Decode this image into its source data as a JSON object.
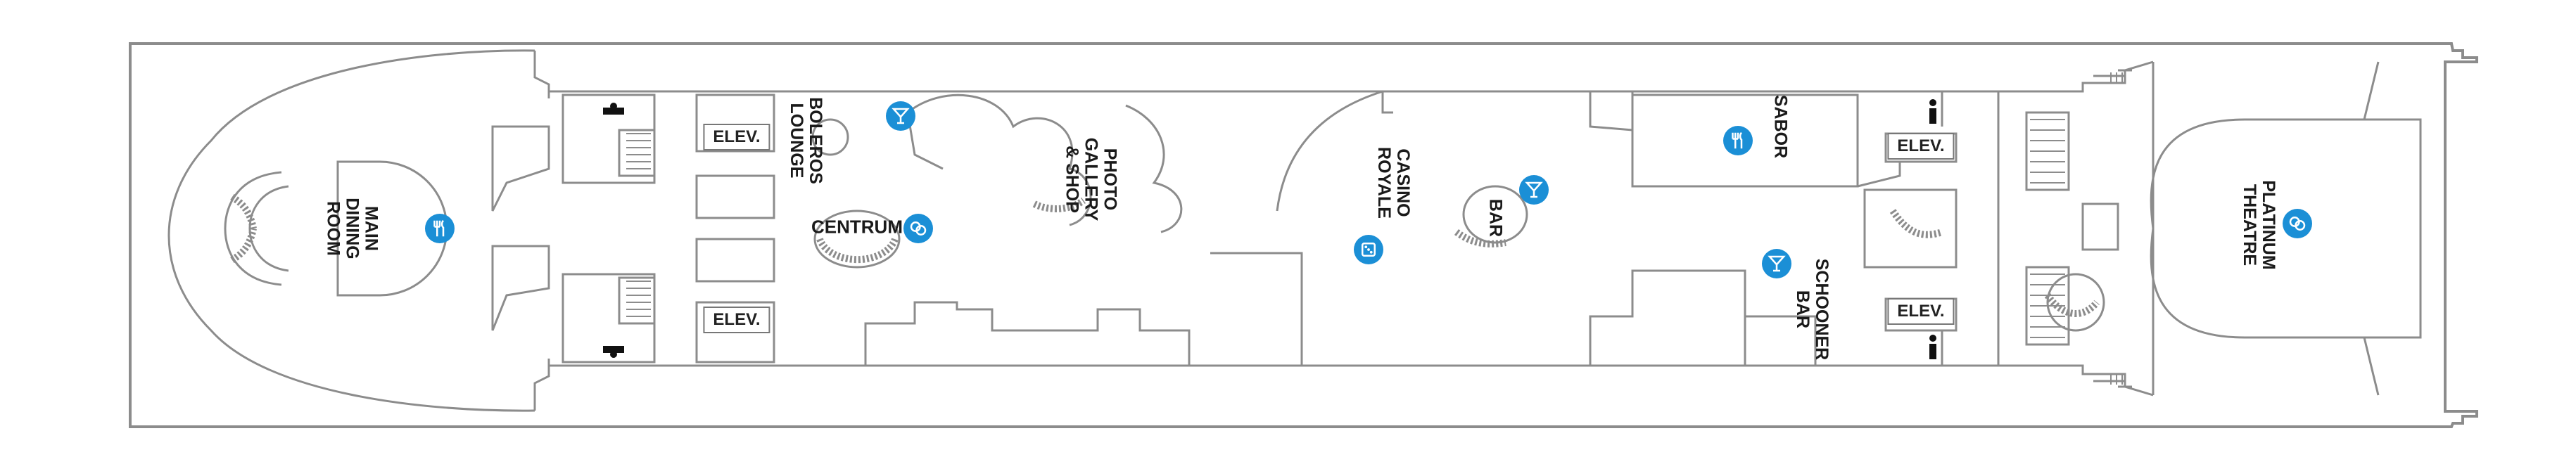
{
  "colors": {
    "outline": "#8c8c8c",
    "fill": "#ffffff",
    "icon_blue": "#1b8fd6",
    "text": "#1a1a1a"
  },
  "venues": {
    "main_dining": [
      "MAIN",
      "DINING",
      "ROOM"
    ],
    "boleros": [
      "BOLEROS",
      "LOUNGE"
    ],
    "centrum": "CENTRUM",
    "photo_gallery": [
      "PHOTO",
      "GALLERY",
      "& SHOP"
    ],
    "casino": [
      "CASINO",
      "ROYALE"
    ],
    "bar": "BAR",
    "sabor": "SABOR",
    "schooner": [
      "SCHOONER",
      "BAR"
    ],
    "platinum": [
      "PLATINUM",
      "THEATRE"
    ]
  },
  "elevators": {
    "upper_left": "ELEV.",
    "lower_left": "ELEV.",
    "upper_right": "ELEV.",
    "lower_right": "ELEV."
  },
  "icons": {
    "main_dining": "dining-icon",
    "boleros": "cocktail-icon",
    "centrum": "show-icon",
    "casino": "casino-icon",
    "bar": "cocktail-icon",
    "sabor": "dining-icon",
    "schooner": "cocktail-icon",
    "platinum": "show-icon",
    "restrooms": "restroom-icon"
  }
}
